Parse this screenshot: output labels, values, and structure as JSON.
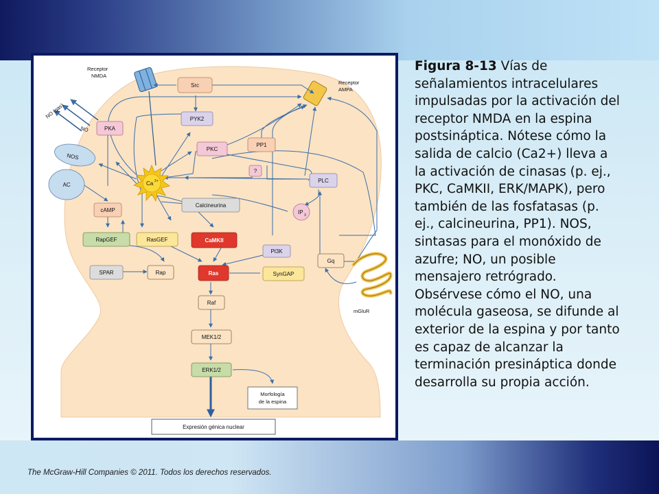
{
  "caption": {
    "figure_number": "Figura 8-13",
    "text": "Vías de señalamientos intracelulares impulsadas por la activación del receptor NMDA en la espina postsináptica. Nótese cómo la salida de calcio (Ca2+) lleva a la activación de cinasas (p. ej., PKC, CaMKII, ERK/MAPK), pero también de las fosfatasas (p. ej., calcineurina, PP1). NOS, sintasas para el monóxido de azufre; NO, un posible mensajero retrógrado. Obsérvese cómo el NO, una molécula gaseosa, se difunde al exterior de la espina y por tanto es capaz de alcanzar la terminación presináptica donde desarrolla su propia acción."
  },
  "copyright": "The McGraw-Hill Companies © 2011. Todos los derechos reservados.",
  "diagram": {
    "receptor_nmda_line1": "Receptor",
    "receptor_nmda_line2": "NMDA",
    "receptor_ampa_line1": "Receptor",
    "receptor_ampa_line2": "AMPA",
    "no_gas": "NO (gas)",
    "no": "NO",
    "src": "Src",
    "pka": "PKA",
    "pyk2": "PYK2",
    "nos": "NOS",
    "pkc": "PKC",
    "pp1": "PP1",
    "question": "?",
    "ac": "AC",
    "ca": "Ca",
    "ca_sup": "2+",
    "plc": "PLC",
    "calcineurina": "Calcineurina",
    "camp": "cAMP",
    "ip": "IP",
    "ip_sub": "3",
    "rapgef": "RapGEF",
    "rasgef": "RasGEF",
    "camkii": "CaMKII",
    "pi3k": "PI3K",
    "gq": "Gq",
    "spar": "SPAR",
    "rap": "Rap",
    "ras": "Ras",
    "syngap": "SynGAP",
    "mglur": "mGluR",
    "raf": "Raf",
    "mek": "MEK1/2",
    "erk": "ERK1/2",
    "morfologia_line1": "Morfología",
    "morfologia_line2": "de la espina",
    "expresion": "Expresión génica nuclear"
  },
  "colors": {
    "spine_fill": "#fbe3c4",
    "arrow": "#3a6ea8",
    "camkii_ras": "#e0382c",
    "pink": "#f4c8d6",
    "peach": "#f8d0b4",
    "yellow": "#fbe69a",
    "green": "#c7dca8",
    "gray": "#dcdcdc",
    "blue_node": "#c6dcef",
    "lilac": "#dbd3ea",
    "ca_star": "#f5c518",
    "frame": "#0b1a60"
  }
}
